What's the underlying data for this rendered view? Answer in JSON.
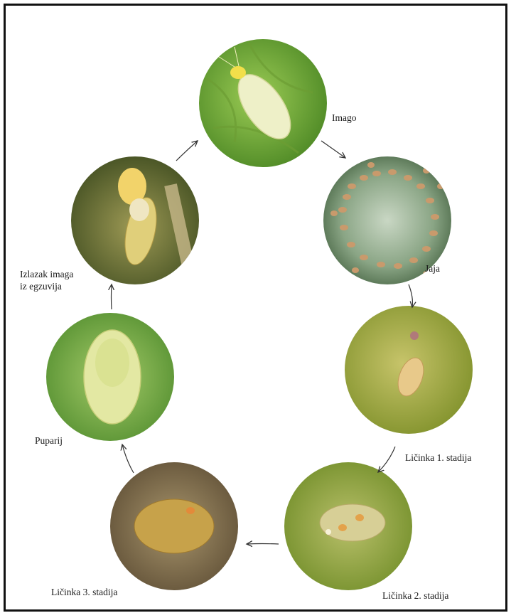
{
  "stages": [
    {
      "id": "imago",
      "label": "Imago",
      "label_lines": [
        "Imago"
      ]
    },
    {
      "id": "eggs",
      "label": "Jaja",
      "label_lines": [
        "Jaja"
      ]
    },
    {
      "id": "larva1",
      "label": "Ličinka 1. stadija",
      "label_lines": [
        "Ličinka 1. stadija"
      ]
    },
    {
      "id": "larva2",
      "label": "Ličinka 2. stadija",
      "label_lines": [
        "Ličinka 2. stadija"
      ]
    },
    {
      "id": "larva3",
      "label": "Ličinka 3. stadija",
      "label_lines": [
        "Ličinka 3. stadija"
      ]
    },
    {
      "id": "puparium",
      "label": "Puparij",
      "label_lines": [
        "Puparij"
      ]
    },
    {
      "id": "emergence",
      "label": "Izlazak imaga iz egzuvija",
      "label_lines": [
        "Izlazak imaga",
        "iz egzuvija"
      ]
    }
  ],
  "colors": {
    "frame": "#111111",
    "leaf_green": "#7fae3a",
    "arrow": "#333333"
  }
}
